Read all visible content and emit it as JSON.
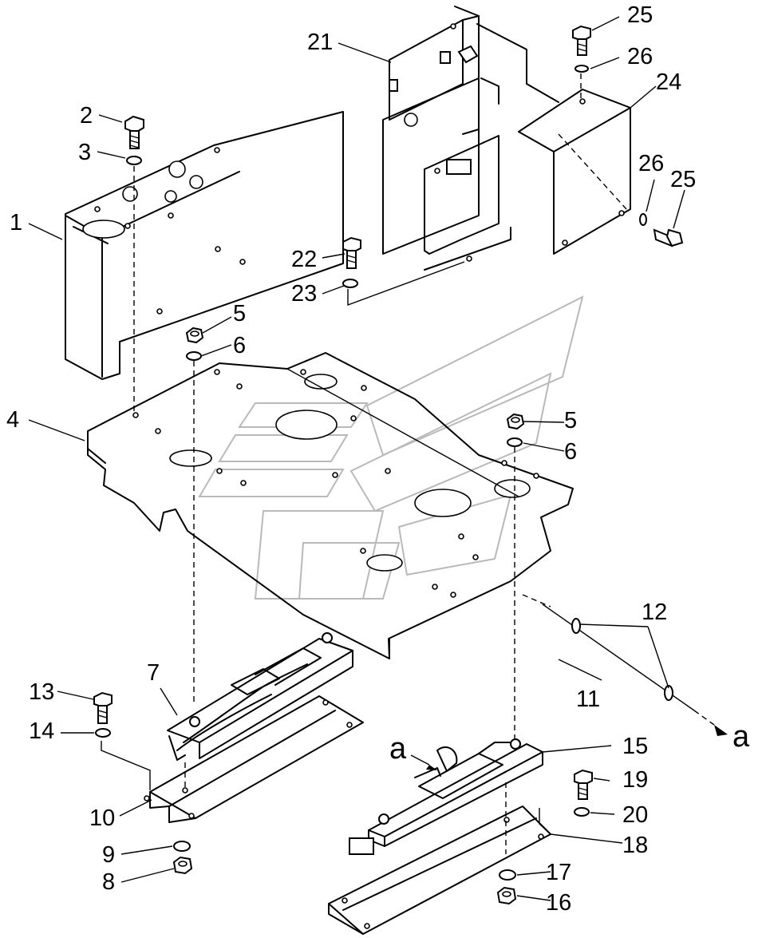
{
  "labels": {
    "p1": "1",
    "p2": "2",
    "p3": "3",
    "p4": "4",
    "p5a": "5",
    "p6a": "6",
    "p5b": "5",
    "p6b": "6",
    "p7": "7",
    "p8": "8",
    "p9": "9",
    "p10": "10",
    "p11": "11",
    "p12": "12",
    "p13": "13",
    "p14": "14",
    "p15": "15",
    "p16": "16",
    "p17": "17",
    "p18": "18",
    "p19": "19",
    "p20": "20",
    "p21": "21",
    "p22": "22",
    "p23": "23",
    "p24": "24",
    "p25a": "25",
    "p26a": "26",
    "p26b": "26",
    "p25b": "25",
    "view_a_left": "a",
    "view_a_right": "a"
  }
}
